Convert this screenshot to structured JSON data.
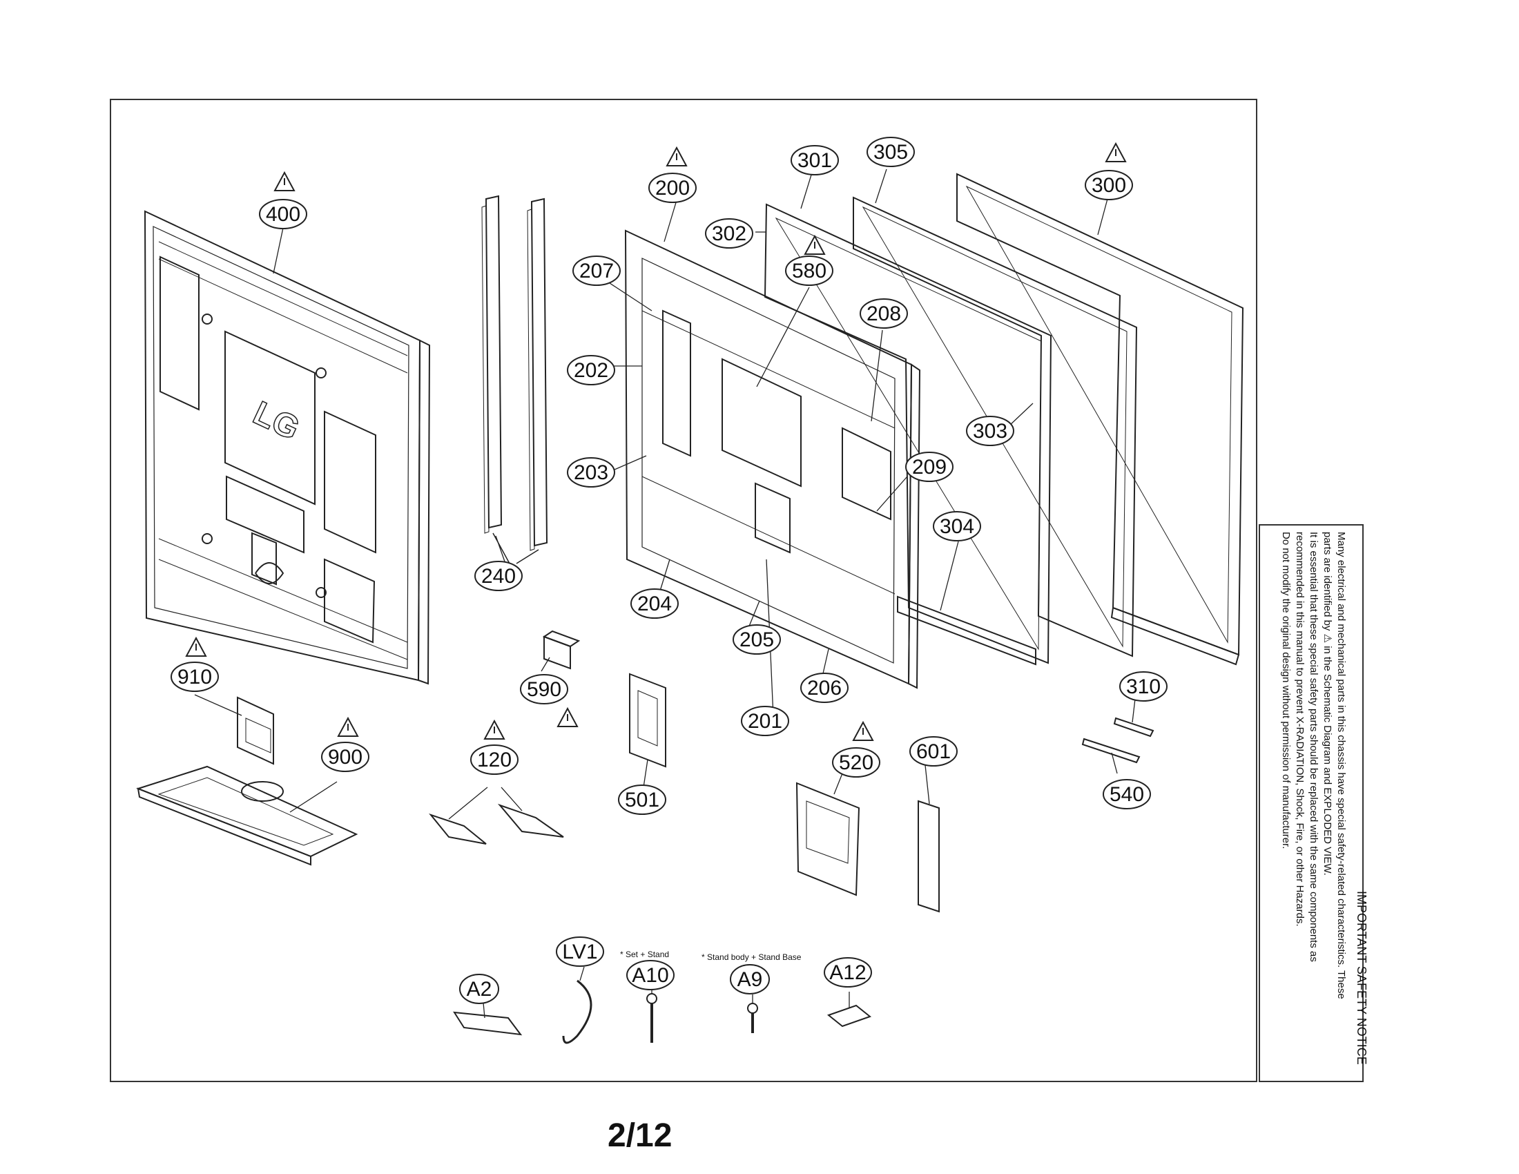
{
  "page_number": "2/12",
  "callouts": [
    {
      "id": "c-400",
      "label": "400",
      "warning": true
    },
    {
      "id": "c-240",
      "label": "240",
      "warning": false
    },
    {
      "id": "c-200",
      "label": "200",
      "warning": true
    },
    {
      "id": "c-207",
      "label": "207",
      "warning": false
    },
    {
      "id": "c-202",
      "label": "202",
      "warning": false
    },
    {
      "id": "c-203",
      "label": "203",
      "warning": false
    },
    {
      "id": "c-204",
      "label": "204",
      "warning": false
    },
    {
      "id": "c-205",
      "label": "205",
      "warning": false
    },
    {
      "id": "c-201",
      "label": "201",
      "warning": false
    },
    {
      "id": "c-206",
      "label": "206",
      "warning": false
    },
    {
      "id": "c-301",
      "label": "301",
      "warning": false
    },
    {
      "id": "c-302",
      "label": "302",
      "warning": false
    },
    {
      "id": "c-580",
      "label": "580",
      "warning": true
    },
    {
      "id": "c-305",
      "label": "305",
      "warning": false
    },
    {
      "id": "c-208",
      "label": "208",
      "warning": false
    },
    {
      "id": "c-303",
      "label": "303",
      "warning": false
    },
    {
      "id": "c-209",
      "label": "209",
      "warning": false
    },
    {
      "id": "c-304",
      "label": "304",
      "warning": false
    },
    {
      "id": "c-300",
      "label": "300",
      "warning": true
    },
    {
      "id": "c-910",
      "label": "910",
      "warning": true
    },
    {
      "id": "c-900",
      "label": "900",
      "warning": true
    },
    {
      "id": "c-590",
      "label": "590",
      "warning": true
    },
    {
      "id": "c-120",
      "label": "120",
      "warning": true
    },
    {
      "id": "c-501",
      "label": "501",
      "warning": false
    },
    {
      "id": "c-520",
      "label": "520",
      "warning": true
    },
    {
      "id": "c-601",
      "label": "601",
      "warning": false
    },
    {
      "id": "c-310",
      "label": "310",
      "warning": false
    },
    {
      "id": "c-540",
      "label": "540",
      "warning": false
    },
    {
      "id": "c-A2",
      "label": "A2",
      "warning": false
    },
    {
      "id": "c-LV1",
      "label": "LV1",
      "warning": false
    },
    {
      "id": "c-A10",
      "label": "A10",
      "warning": false
    },
    {
      "id": "c-A9",
      "label": "A9",
      "warning": false
    },
    {
      "id": "c-A12",
      "label": "A12",
      "warning": false
    }
  ],
  "screw_notes": {
    "a10": "* Set + Stand",
    "a9": "* Stand body + Stand Base"
  },
  "logo_text": "LG",
  "safety_notice": {
    "title": "IMPORTANT SAFETY NOTICE",
    "lines": [
      "Many electrical and mechanical parts in this chassis have special safety-related characteristics. These",
      "parts are identified by ⚠ in the Schematic Diagram and EXPLODED VIEW.",
      "It is essential that these special safety parts should be replaced with the same components as",
      "recommended in this manual to prevent X-RADIATION, Shock, Fire, or other Hazards.",
      "Do not modify the original design without permission of manufacturer."
    ]
  },
  "colors": {
    "line": "#222222",
    "background": "#ffffff"
  }
}
